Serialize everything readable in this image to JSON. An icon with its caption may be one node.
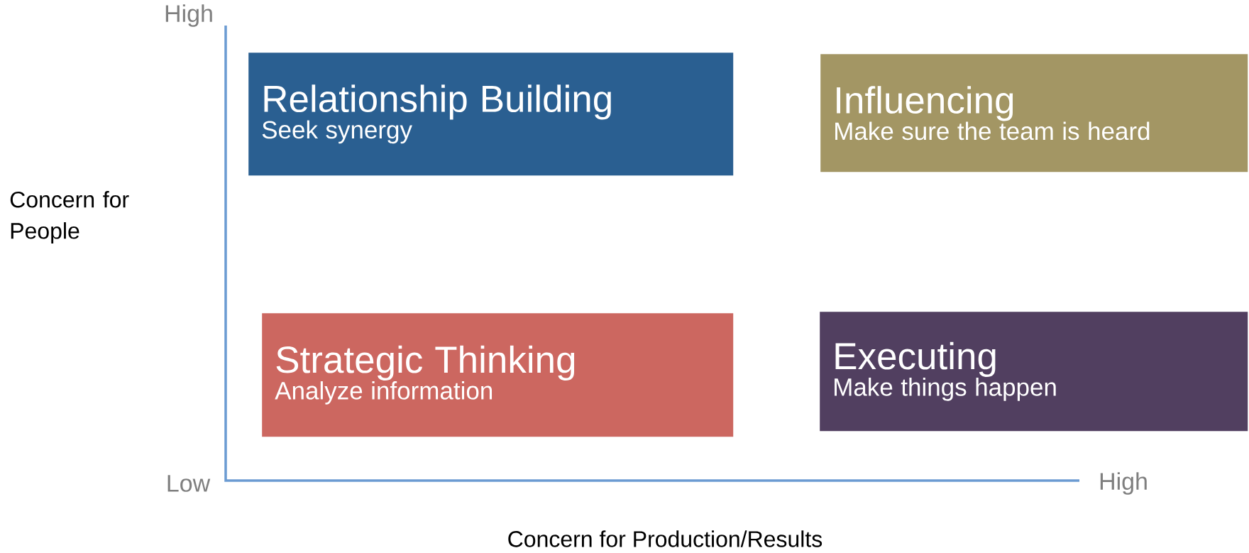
{
  "diagram": {
    "nodes": [
      {
        "text": [
          "Relationship Building",
          "Seek synergy"
        ]
      },
      {
        "text": [
          "Influencing",
          "Make sure the team is heard"
        ]
      },
      {
        "text": [
          "Strategic Thinking",
          "Analyze information"
        ]
      },
      {
        "text": [
          "Executing",
          "Make things happen"
        ]
      }
    ],
    "labels": [
      "High",
      "Concern for People",
      "Low",
      "High",
      "Concern for Production/Results"
    ]
  }
}
